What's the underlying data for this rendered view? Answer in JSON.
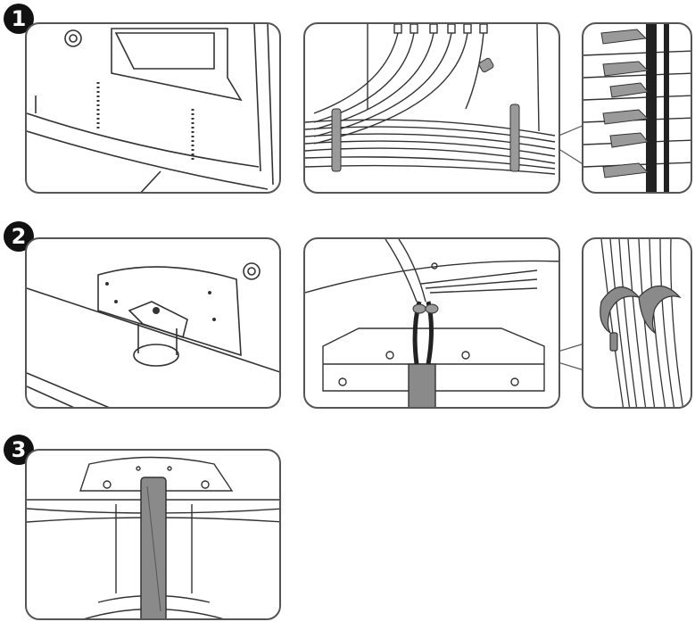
{
  "steps": [
    {
      "number": "1"
    },
    {
      "number": "2"
    },
    {
      "number": "3"
    }
  ],
  "colors": {
    "line": "#333333",
    "panel_border": "#555555",
    "clip_fill": "#9a9a9a",
    "cable_fill": "#8a8a8a",
    "badge_fill": "#111111"
  }
}
